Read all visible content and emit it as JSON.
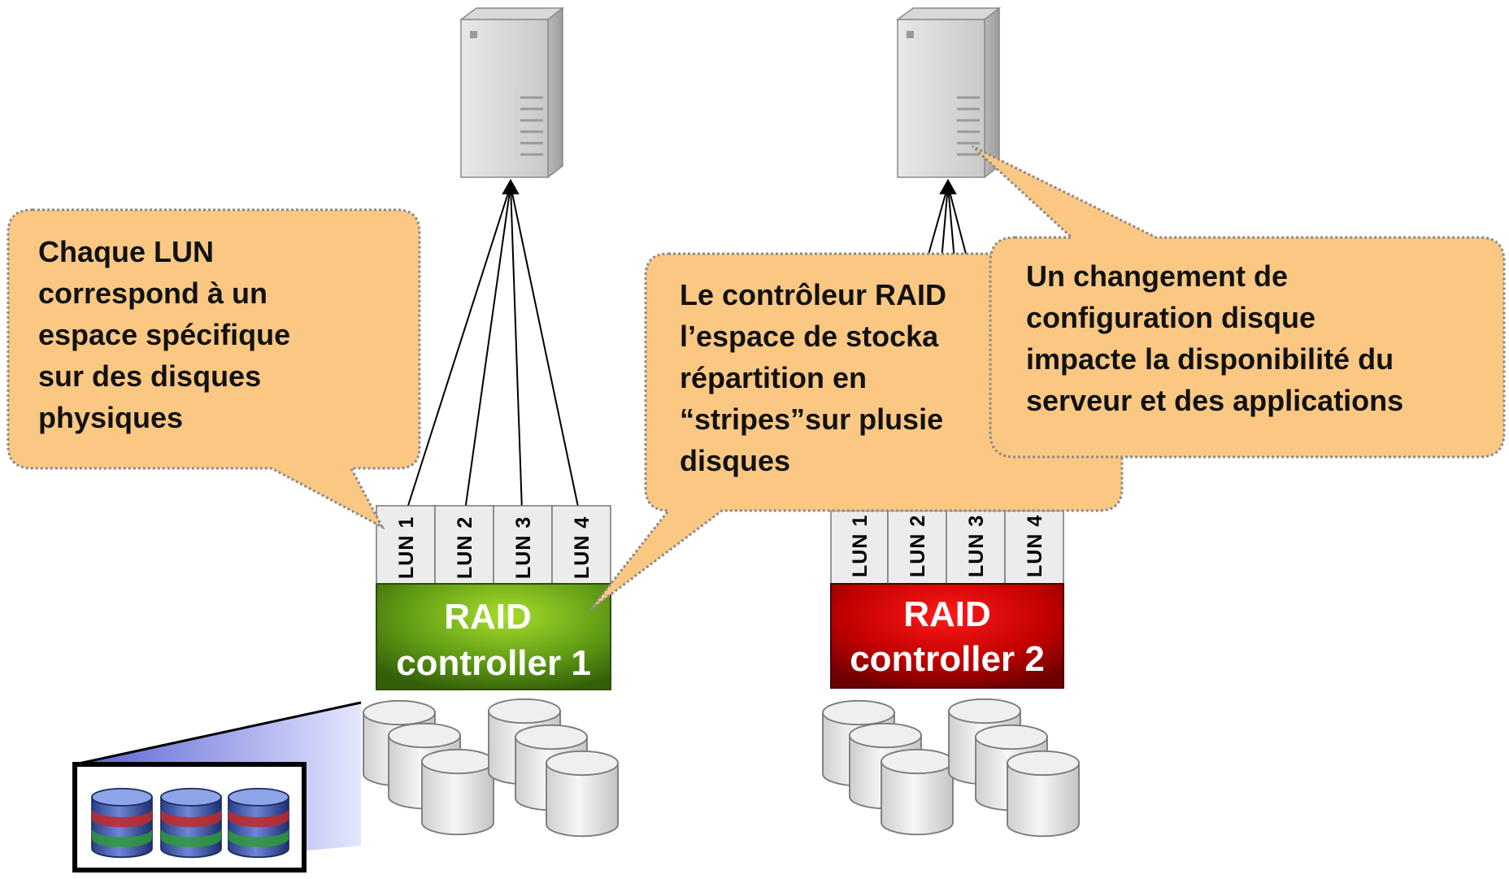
{
  "diagram": {
    "left": {
      "controller_line1": "RAID",
      "controller_line2": "controller 1",
      "luns": [
        "LUN 1",
        "LUN 2",
        "LUN 3",
        "LUN 4"
      ]
    },
    "right": {
      "controller_line1": "RAID",
      "controller_line2": "controller 2",
      "luns": [
        "LUN 1",
        "LUN 2",
        "LUN 3",
        "LUN 4"
      ]
    },
    "callouts": [
      {
        "id": "lun-callout",
        "lines": [
          "Chaque LUN",
          "correspond à un",
          "espace spécifique",
          "sur des disques",
          "physiques"
        ]
      },
      {
        "id": "raid-callout",
        "lines": [
          "Le contrôleur RAID",
          "l’espace de stocka",
          "répartition en",
          "“stripes”sur plusie",
          "disques"
        ]
      },
      {
        "id": "config-callout",
        "lines": [
          "Un changement de",
          "configuration disque",
          "impacte la disponibilité du",
          "serveur et des applications"
        ]
      }
    ],
    "colors": {
      "controller_1": "#5a9a14",
      "controller_2": "#c40000",
      "callout_fill": "#fbc883",
      "lun_fill": "#ececec"
    }
  }
}
